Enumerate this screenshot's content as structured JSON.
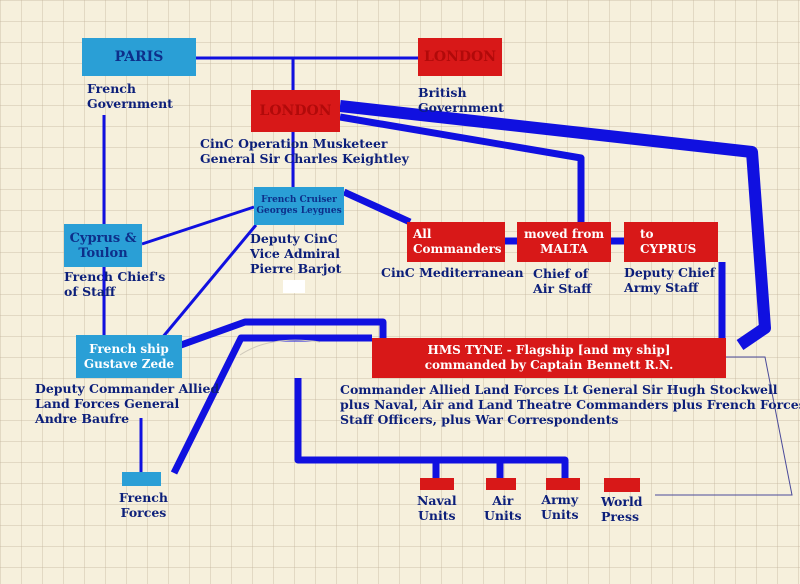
{
  "colors": {
    "blue_box": "#2a9fd6",
    "red_box": "#d81818",
    "link": "#1010e0",
    "text": "#0c1f7a"
  },
  "nodes": {
    "paris": {
      "label": "PARIS",
      "caption": [
        "French",
        "Government"
      ]
    },
    "london_gov": {
      "label": "LONDON",
      "caption": [
        "British",
        "Government"
      ]
    },
    "london_cinc": {
      "label": "LONDON",
      "caption": [
        "CinC Operation Musketeer",
        "General Sir Charles Keightley"
      ]
    },
    "cruiser": {
      "label": [
        "French Cruiser",
        "Georges Leygues"
      ],
      "caption": [
        "Deputy CinC",
        "Vice Admiral",
        "Pierre Barjot"
      ]
    },
    "cyprus_toulon": {
      "label": [
        "Cyprus &",
        "Toulon"
      ],
      "caption": [
        "French Chief's",
        "of Staff"
      ]
    },
    "all_commanders": {
      "label": [
        "All",
        "Commanders"
      ],
      "caption": [
        "CinC Mediterranean"
      ]
    },
    "malta": {
      "label": [
        "moved from",
        "MALTA"
      ],
      "caption": [
        "Chief of",
        "Air Staff"
      ]
    },
    "cyprus": {
      "label": [
        "to",
        "CYPRUS"
      ],
      "caption": [
        "Deputy Chief",
        "Army Staff"
      ]
    },
    "zede": {
      "label": [
        "French ship",
        "Gustave Zede"
      ],
      "caption": [
        "Deputy Commander Allied",
        "Land Forces General",
        "Andre Baufre"
      ]
    },
    "tyne": {
      "label": [
        "HMS TYNE - Flagship [and my ship]",
        "commanded by Captain Bennett R.N."
      ],
      "caption": [
        "Commander Allied Land Forces Lt General Sir Hugh Stockwell",
        "plus Naval, Air and Land Theatre Commanders plus French Forces",
        "Staff Officers, plus War Correspondents"
      ]
    },
    "french_forces": {
      "caption": [
        "French",
        "Forces"
      ]
    },
    "naval": {
      "caption": [
        "Naval",
        "Units"
      ]
    },
    "air": {
      "caption": [
        "Air",
        "Units"
      ]
    },
    "army": {
      "caption": [
        "Army",
        "Units"
      ]
    },
    "press": {
      "caption": [
        "World",
        "Press"
      ]
    }
  }
}
